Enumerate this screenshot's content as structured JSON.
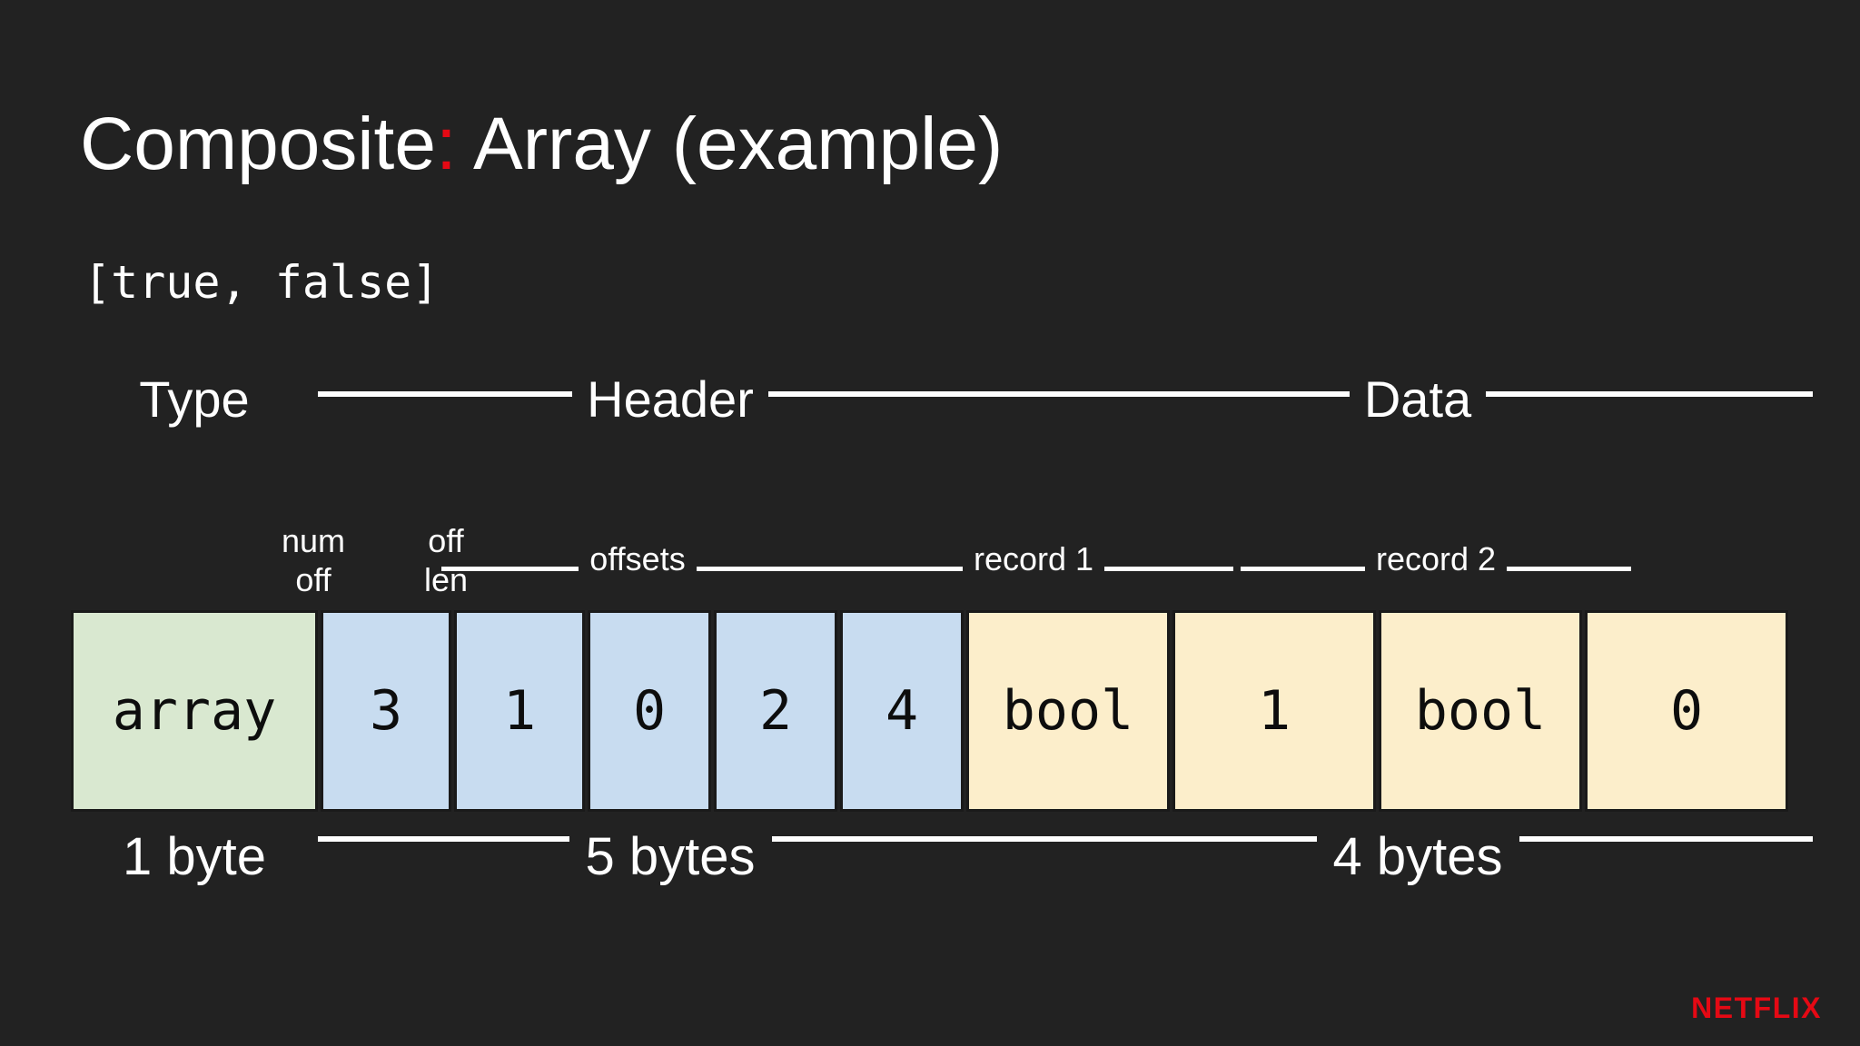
{
  "slide": {
    "title_prefix": "Composite",
    "title_separator": ":",
    "title_suffix": " Array (example)",
    "code_literal": "[true, false]",
    "accent_color": "#e50914",
    "background_color": "#222222",
    "brand": "NETFLIX"
  },
  "sections": [
    {
      "label": "Type",
      "name": "section-type"
    },
    {
      "label": "Header",
      "name": "section-header"
    },
    {
      "label": "Data",
      "name": "section-data"
    }
  ],
  "sublabels": {
    "num_off_line1": "num",
    "num_off_line2": "off",
    "off_len_line1": "off",
    "off_len_line2": "len",
    "offsets": "offsets",
    "record_1": "record 1",
    "record_2": "record 2"
  },
  "cells": [
    {
      "value": "array",
      "kind": "type",
      "name": "cell-type-array"
    },
    {
      "value": "3",
      "kind": "header",
      "name": "cell-num-off"
    },
    {
      "value": "1",
      "kind": "header",
      "name": "cell-off-len"
    },
    {
      "value": "0",
      "kind": "header",
      "name": "cell-offset-0"
    },
    {
      "value": "2",
      "kind": "header",
      "name": "cell-offset-1"
    },
    {
      "value": "4",
      "kind": "header",
      "name": "cell-offset-2"
    },
    {
      "value": "bool",
      "kind": "data",
      "name": "cell-record1-type"
    },
    {
      "value": "1",
      "kind": "data",
      "name": "cell-record1-value"
    },
    {
      "value": "bool",
      "kind": "data",
      "name": "cell-record2-type"
    },
    {
      "value": "0",
      "kind": "data",
      "name": "cell-record2-value"
    }
  ],
  "byte_counts": [
    {
      "label": "1 byte",
      "name": "bytes-type"
    },
    {
      "label": "5 bytes",
      "name": "bytes-header"
    },
    {
      "label": "4 bytes",
      "name": "bytes-data"
    }
  ],
  "colors": {
    "type_cell": "#d9e8d0",
    "header_cell": "#c8dcf0",
    "data_cell": "#fceecb",
    "cell_border": "#1a1a1a",
    "text": "#ffffff",
    "cell_text": "#0d0d0d"
  }
}
